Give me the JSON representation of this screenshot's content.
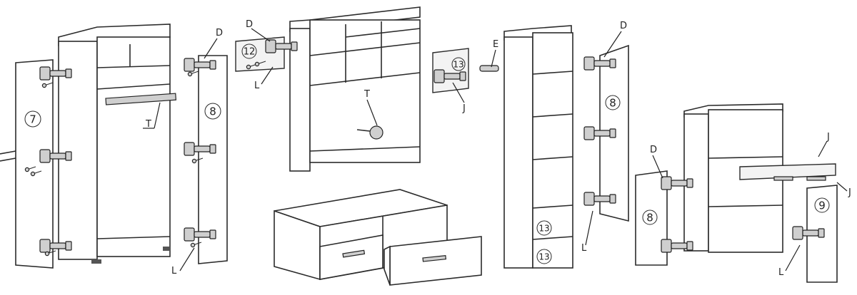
{
  "diagram": {
    "labels": {
      "D": "D",
      "E": "E",
      "J": "J",
      "L": "L",
      "T": "T"
    },
    "part_numbers": {
      "p7": "7",
      "p8": "8",
      "p9": "9",
      "p12": "12",
      "p13": "13"
    }
  }
}
